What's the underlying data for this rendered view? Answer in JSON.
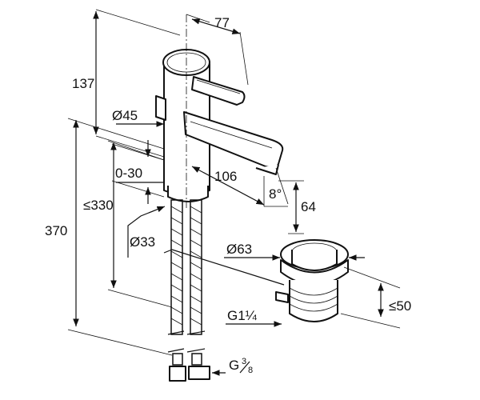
{
  "dimensions": {
    "d77": "77",
    "d137": "137",
    "d45": "Ø45",
    "d0_30": "0-30",
    "d106": "106",
    "d8deg": "8°",
    "d64": "64",
    "d330": "≤330",
    "d370": "370",
    "d33": "Ø33",
    "d63": "Ø63",
    "d50": "≤50",
    "g114": "G1¼",
    "g38_main": "G",
    "g38_num": "3",
    "g38_den": "8"
  }
}
